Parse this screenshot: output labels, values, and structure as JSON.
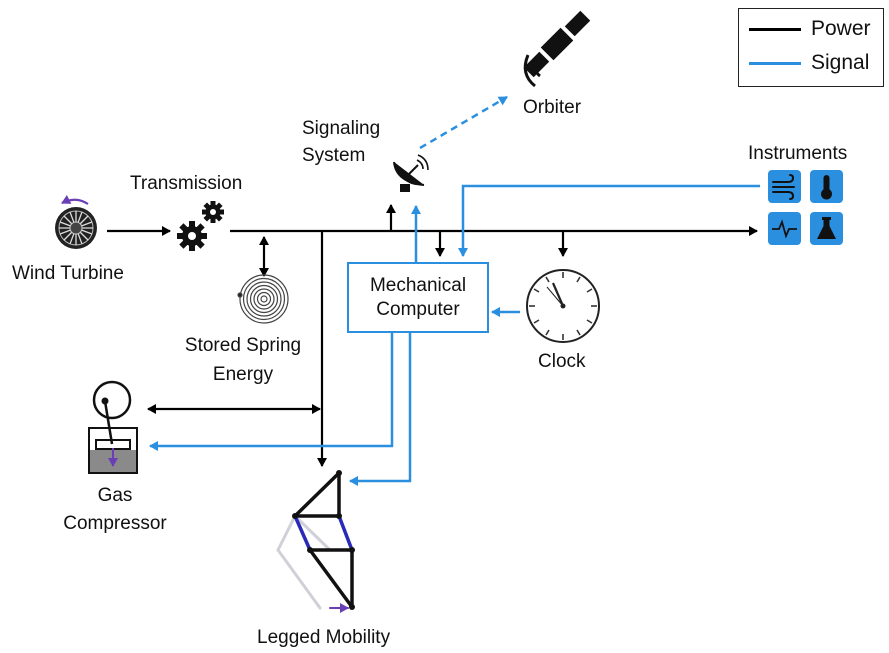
{
  "legend": {
    "items": [
      {
        "label": "Power",
        "color": "#000000"
      },
      {
        "label": "Signal",
        "color": "#2b8fe0"
      }
    ]
  },
  "components": {
    "orbiter": "Orbiter",
    "signaling_system": [
      "Signaling",
      "System"
    ],
    "instruments": "Instruments",
    "transmission": "Transmission",
    "wind_turbine": "Wind Turbine",
    "mechanical_computer": [
      "Mechanical",
      "Computer"
    ],
    "clock": "Clock",
    "stored_spring_energy": [
      "Stored Spring",
      "Energy"
    ],
    "gas_compressor": [
      "Gas",
      "Compressor"
    ],
    "legged_mobility": "Legged Mobility"
  },
  "instrument_icons": [
    "wind-icon",
    "thermometer-icon",
    "pulse-icon",
    "flask-icon"
  ],
  "colors": {
    "power": "#000000",
    "signal": "#2b8fe0",
    "motion_arrow": "#6a3fb5"
  }
}
